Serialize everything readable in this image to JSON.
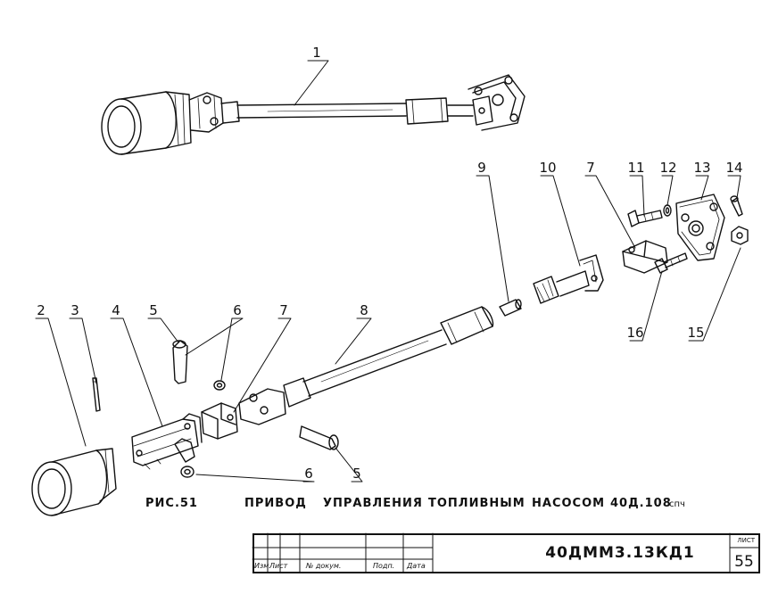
{
  "figure": {
    "label": "РИС.51",
    "title_words": [
      "ПРИВОД",
      "УПРАВЛЕНИЯ",
      "ТОПЛИВНЫМ",
      "НАСОСОМ",
      "40Д.108"
    ],
    "title_suffix": "спч"
  },
  "callouts": {
    "c1": "1",
    "c2": "2",
    "c3": "3",
    "c4": "4",
    "c5a": "5",
    "c6a": "6",
    "c7a": "7",
    "c8": "8",
    "c9": "9",
    "c10": "10",
    "c7b": "7",
    "c11": "11",
    "c12": "12",
    "c13": "13",
    "c14": "14",
    "c16": "16",
    "c15": "15",
    "c6b": "6",
    "c5b": "5"
  },
  "title_block": {
    "col_izm": "Изм.",
    "col_list": "Лист",
    "col_doc": "№ докум.",
    "col_sign": "Подп.",
    "col_date": "Дата",
    "doc_code": "40ДММ3.13КД1",
    "sheet_label": "ЛИСТ",
    "sheet_number": "55"
  }
}
